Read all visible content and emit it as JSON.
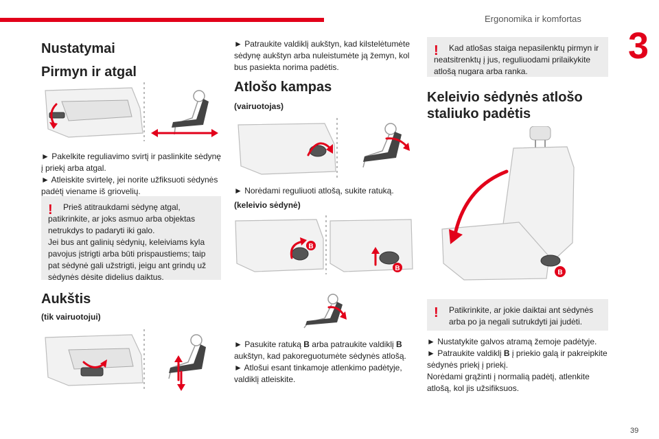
{
  "header": {
    "section_title": "Ergonomika ir komfortas",
    "chapter_number": "3",
    "page_number": "39"
  },
  "colors": {
    "accent": "#e2001a",
    "note_bg": "#ececec",
    "text": "#222222"
  },
  "col1": {
    "title": "Nustatymai",
    "section1_title": "Pirmyn ir atgal",
    "section1_text": [
      "► Pakelkite reguliavimo svirtį ir paslinkite sėdynę į priekį arba atgal.",
      "► Atleiskite svirtelę, jei norite užfiksuoti sėdynės padėtį viename iš griovelių."
    ],
    "warning1": [
      "Prieš atitraukdami sėdynę atgal, patikrinkite, ar joks asmuo arba objektas netrukdys to padaryti iki galo.",
      "Jei bus ant galinių sėdynių, keleiviams kyla pavojus įstrigti arba būti prispaustiems; taip pat sėdynė gali užstrigti, jeigu ant grindų už sėdynės dėsite didelius daiktus."
    ],
    "section2_title": "Aukštis",
    "section2_sub": "(tik vairuotojui)"
  },
  "col2": {
    "intro_text": "► Patraukite valdiklį aukštyn, kad kilstelėtumėte sėdynę aukštyn arba nuleistumėte ją žemyn, kol bus pasiekta norima padėtis.",
    "section_title": "Atlošo kampas",
    "sub_driver": "(vairuotojas)",
    "driver_text": "► Norėdami reguliuoti atlošą, sukite ratuką.",
    "sub_passenger": "(keleivio sėdynė)",
    "passenger_text": {
      "before_b1": "► Pasukite ratuką ",
      "b1": "B",
      "between": " arba patraukite valdiklį ",
      "b2": "B",
      "after_b2": " aukštyn, kad pakoreguotumėte sėdynės atlošą.",
      "line2": "► Atlošui esant tinkamoje atlenkimo padėtyje, valdiklį atleiskite."
    },
    "badge_label": "B"
  },
  "col3": {
    "warning_top": "Kad atlošas staiga nepasilenktų pirmyn ir neatsitrenktų į jus, reguliuodami prilaikykite atlošą nugara arba ranka.",
    "section_title": "Keleivio sėdynės atlošo staliuko padėtis",
    "badge_label": "B",
    "warning2": "Patikrinkite, ar jokie daiktai ant sėdynės arba po ja negali sutrukdyti jai judėti.",
    "text": {
      "line1": "► Nustatykite galvos atramą žemoje padėtyje.",
      "line2_before": "► Patraukite valdiklį ",
      "line2_b": "B",
      "line2_after": " į priekio galą ir pakreipkite sėdynės priekį į priekį.",
      "line3": "Norėdami grąžinti į normalią padėtį, atlenkite atlošą, kol jis užsifiksuos."
    }
  }
}
